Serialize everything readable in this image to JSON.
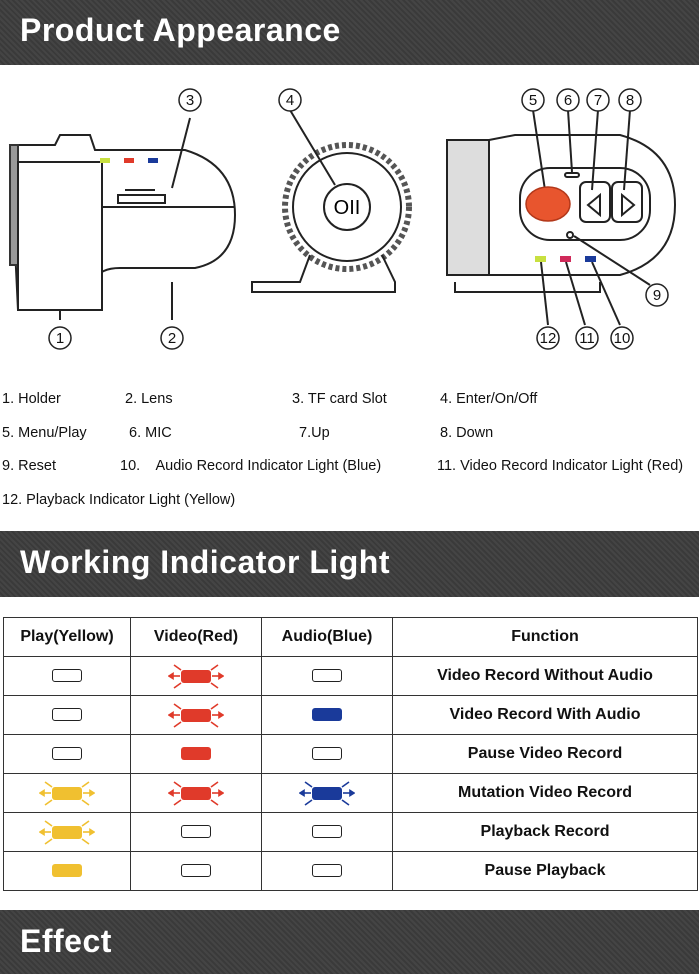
{
  "sections": {
    "appearance_title": "Product Appearance",
    "indicator_title": "Working Indicator Light",
    "effect_title": "Effect"
  },
  "diagram": {
    "callouts": [
      "1",
      "2",
      "3",
      "4",
      "5",
      "6",
      "7",
      "8",
      "9",
      "10",
      "11",
      "12"
    ],
    "button_glyph": "OII"
  },
  "parts": [
    "1. Holder",
    "2. Lens",
    "3. TF card Slot",
    "4. Enter/On/Off",
    "5. Menu/Play",
    "6. MIC",
    "7.Up",
    "8. Down",
    "9. Reset",
    "10.    Audio Record Indicator Light (Blue)",
    "11. Video Record Indicator Light (Red)",
    "12. Playback Indicator Light (Yellow)"
  ],
  "colors": {
    "yellow": "#f0c030",
    "red": "#e03a2a",
    "blue": "#1a3a9a",
    "banner": "#3d3d3d"
  },
  "table": {
    "headers": [
      "Play(Yellow)",
      "Video(Red)",
      "Audio(Blue)",
      "Function"
    ],
    "rows": [
      {
        "play": "off",
        "video": "blink",
        "audio": "off",
        "function": "Video Record Without Audio"
      },
      {
        "play": "off",
        "video": "blink",
        "audio": "on",
        "function": "Video Record With Audio"
      },
      {
        "play": "off",
        "video": "on",
        "audio": "off",
        "function": "Pause Video Record"
      },
      {
        "play": "blink",
        "video": "blink",
        "audio": "blink",
        "function": "Mutation Video Record"
      },
      {
        "play": "blink",
        "video": "off",
        "audio": "off",
        "function": "Playback Record"
      },
      {
        "play": "on",
        "video": "off",
        "audio": "off",
        "function": "Pause Playback"
      }
    ]
  }
}
